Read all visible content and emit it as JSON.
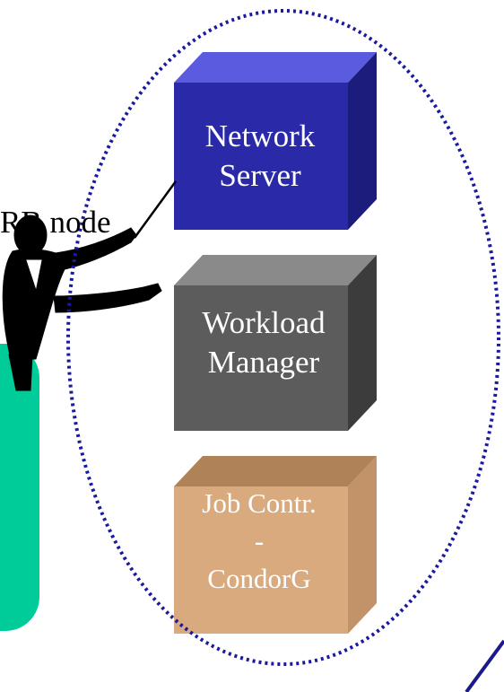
{
  "boxes": {
    "network_server": {
      "line1": "Network",
      "line2": "Server",
      "color": "#2a2aa8"
    },
    "workload_manager": {
      "line1": "Workload",
      "line2": "Manager",
      "color": "#5c5c5c"
    },
    "job_controller": {
      "line1": "Job Contr.",
      "line2": "-",
      "line3": "CondorG",
      "color": "#d9aa7e"
    }
  },
  "node_label": "RB node",
  "colors": {
    "side_panel": "#00cc99",
    "dotted_outline": "#1a1aa0",
    "figure": "#000000",
    "corner_line": "#1a1a8c"
  },
  "icons": [
    "conductor-figure-icon"
  ]
}
